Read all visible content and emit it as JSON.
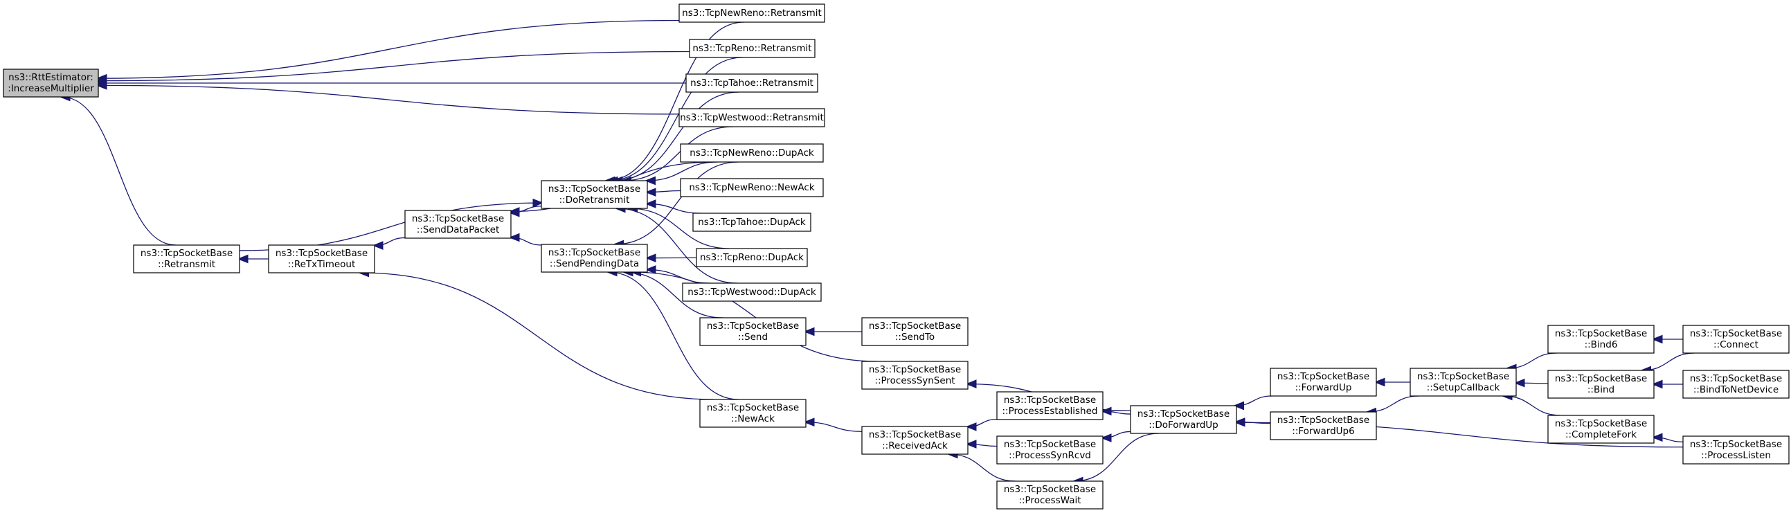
{
  "graph": {
    "nodes": [
      {
        "id": "root",
        "lines": [
          "ns3::RttEstimator:",
          ":IncreaseMultiplier"
        ],
        "root": true
      },
      {
        "id": "tsb_retransmit",
        "lines": [
          "ns3::TcpSocketBase",
          "::Retransmit"
        ]
      },
      {
        "id": "tsb_retxtimeout",
        "lines": [
          "ns3::TcpSocketBase",
          "::ReTxTimeout"
        ]
      },
      {
        "id": "tsb_senddatapacket",
        "lines": [
          "ns3::TcpSocketBase",
          "::SendDataPacket"
        ]
      },
      {
        "id": "tsb_doretransmit",
        "lines": [
          "ns3::TcpSocketBase",
          "::DoRetransmit"
        ]
      },
      {
        "id": "tsb_sendpendingdata",
        "lines": [
          "ns3::TcpSocketBase",
          "::SendPendingData"
        ]
      },
      {
        "id": "newreno_retransmit",
        "lines": [
          "ns3::TcpNewReno::Retransmit"
        ]
      },
      {
        "id": "reno_retransmit",
        "lines": [
          "ns3::TcpReno::Retransmit"
        ]
      },
      {
        "id": "tahoe_retransmit",
        "lines": [
          "ns3::TcpTahoe::Retransmit"
        ]
      },
      {
        "id": "westwood_retransmit",
        "lines": [
          "ns3::TcpWestwood::Retransmit"
        ]
      },
      {
        "id": "newreno_dupack",
        "lines": [
          "ns3::TcpNewReno::DupAck"
        ]
      },
      {
        "id": "newreno_newack",
        "lines": [
          "ns3::TcpNewReno::NewAck"
        ]
      },
      {
        "id": "tahoe_dupack",
        "lines": [
          "ns3::TcpTahoe::DupAck"
        ]
      },
      {
        "id": "reno_dupack",
        "lines": [
          "ns3::TcpReno::DupAck"
        ]
      },
      {
        "id": "westwood_dupack",
        "lines": [
          "ns3::TcpWestwood::DupAck"
        ]
      },
      {
        "id": "tsb_send",
        "lines": [
          "ns3::TcpSocketBase",
          "::Send"
        ]
      },
      {
        "id": "tsb_sendto",
        "lines": [
          "ns3::TcpSocketBase",
          "::SendTo"
        ]
      },
      {
        "id": "tsb_processsynsent",
        "lines": [
          "ns3::TcpSocketBase",
          "::ProcessSynSent"
        ]
      },
      {
        "id": "tsb_newack",
        "lines": [
          "ns3::TcpSocketBase",
          "::NewAck"
        ]
      },
      {
        "id": "tsb_receivedack",
        "lines": [
          "ns3::TcpSocketBase",
          "::ReceivedAck"
        ]
      },
      {
        "id": "tsb_processestablished",
        "lines": [
          "ns3::TcpSocketBase",
          "::ProcessEstablished"
        ]
      },
      {
        "id": "tsb_processsynrcvd",
        "lines": [
          "ns3::TcpSocketBase",
          "::ProcessSynRcvd"
        ]
      },
      {
        "id": "tsb_processwait",
        "lines": [
          "ns3::TcpSocketBase",
          "::ProcessWait"
        ]
      },
      {
        "id": "tsb_doforwardup",
        "lines": [
          "ns3::TcpSocketBase",
          "::DoForwardUp"
        ]
      },
      {
        "id": "tsb_forwardup",
        "lines": [
          "ns3::TcpSocketBase",
          "::ForwardUp"
        ]
      },
      {
        "id": "tsb_forwardup6",
        "lines": [
          "ns3::TcpSocketBase",
          "::ForwardUp6"
        ]
      },
      {
        "id": "tsb_setupcallback",
        "lines": [
          "ns3::TcpSocketBase",
          "::SetupCallback"
        ]
      },
      {
        "id": "tsb_bind6",
        "lines": [
          "ns3::TcpSocketBase",
          "::Bind6"
        ]
      },
      {
        "id": "tsb_bind",
        "lines": [
          "ns3::TcpSocketBase",
          "::Bind"
        ]
      },
      {
        "id": "tsb_completefork",
        "lines": [
          "ns3::TcpSocketBase",
          "::CompleteFork"
        ]
      },
      {
        "id": "tsb_connect",
        "lines": [
          "ns3::TcpSocketBase",
          "::Connect"
        ]
      },
      {
        "id": "tsb_bindtonetdevice",
        "lines": [
          "ns3::TcpSocketBase",
          "::BindToNetDevice"
        ]
      },
      {
        "id": "tsb_processlisten",
        "lines": [
          "ns3::TcpSocketBase",
          "::ProcessListen"
        ]
      }
    ],
    "edges": [
      {
        "from": "newreno_retransmit",
        "to": "root"
      },
      {
        "from": "reno_retransmit",
        "to": "root"
      },
      {
        "from": "tahoe_retransmit",
        "to": "root"
      },
      {
        "from": "westwood_retransmit",
        "to": "root"
      },
      {
        "from": "tsb_retransmit",
        "to": "root"
      },
      {
        "from": "tsb_retxtimeout",
        "to": "tsb_retransmit"
      },
      {
        "from": "tsb_senddatapacket",
        "to": "tsb_retxtimeout"
      },
      {
        "from": "tsb_doretransmit",
        "to": "tsb_senddatapacket"
      },
      {
        "from": "tsb_sendpendingdata",
        "to": "tsb_senddatapacket"
      },
      {
        "from": "newreno_dupack",
        "to": "tsb_senddatapacket"
      },
      {
        "from": "tsb_retransmit",
        "to": "tsb_doretransmit"
      },
      {
        "from": "newreno_retransmit",
        "to": "tsb_doretransmit"
      },
      {
        "from": "reno_retransmit",
        "to": "tsb_doretransmit"
      },
      {
        "from": "tahoe_retransmit",
        "to": "tsb_doretransmit"
      },
      {
        "from": "westwood_retransmit",
        "to": "tsb_doretransmit"
      },
      {
        "from": "newreno_dupack",
        "to": "tsb_doretransmit"
      },
      {
        "from": "newreno_newack",
        "to": "tsb_doretransmit"
      },
      {
        "from": "tahoe_dupack",
        "to": "tsb_doretransmit"
      },
      {
        "from": "reno_dupack",
        "to": "tsb_doretransmit"
      },
      {
        "from": "westwood_dupack",
        "to": "tsb_doretransmit"
      },
      {
        "from": "newreno_dupack",
        "to": "tsb_sendpendingdata"
      },
      {
        "from": "reno_dupack",
        "to": "tsb_sendpendingdata"
      },
      {
        "from": "westwood_dupack",
        "to": "tsb_sendpendingdata"
      },
      {
        "from": "tsb_send",
        "to": "tsb_sendpendingdata"
      },
      {
        "from": "tsb_processsynsent",
        "to": "tsb_sendpendingdata"
      },
      {
        "from": "tsb_newack",
        "to": "tsb_sendpendingdata"
      },
      {
        "from": "tsb_newack",
        "to": "tsb_retxtimeout"
      },
      {
        "from": "tsb_sendto",
        "to": "tsb_send"
      },
      {
        "from": "tsb_receivedack",
        "to": "tsb_newack"
      },
      {
        "from": "tsb_processestablished",
        "to": "tsb_receivedack"
      },
      {
        "from": "tsb_processsynrcvd",
        "to": "tsb_receivedack"
      },
      {
        "from": "tsb_processwait",
        "to": "tsb_receivedack"
      },
      {
        "from": "tsb_doforwardup",
        "to": "tsb_processsynsent"
      },
      {
        "from": "tsb_doforwardup",
        "to": "tsb_processestablished"
      },
      {
        "from": "tsb_doforwardup",
        "to": "tsb_processsynrcvd"
      },
      {
        "from": "tsb_doforwardup",
        "to": "tsb_processwait"
      },
      {
        "from": "tsb_forwardup",
        "to": "tsb_doforwardup"
      },
      {
        "from": "tsb_forwardup6",
        "to": "tsb_doforwardup"
      },
      {
        "from": "tsb_processlisten",
        "to": "tsb_doforwardup"
      },
      {
        "from": "tsb_setupcallback",
        "to": "tsb_forwardup"
      },
      {
        "from": "tsb_setupcallback",
        "to": "tsb_forwardup6"
      },
      {
        "from": "tsb_bind6",
        "to": "tsb_setupcallback"
      },
      {
        "from": "tsb_bind",
        "to": "tsb_setupcallback"
      },
      {
        "from": "tsb_completefork",
        "to": "tsb_setupcallback"
      },
      {
        "from": "tsb_connect",
        "to": "tsb_bind6"
      },
      {
        "from": "tsb_connect",
        "to": "tsb_bind"
      },
      {
        "from": "tsb_bindtonetdevice",
        "to": "tsb_bind"
      },
      {
        "from": "tsb_processlisten",
        "to": "tsb_completefork"
      }
    ]
  }
}
